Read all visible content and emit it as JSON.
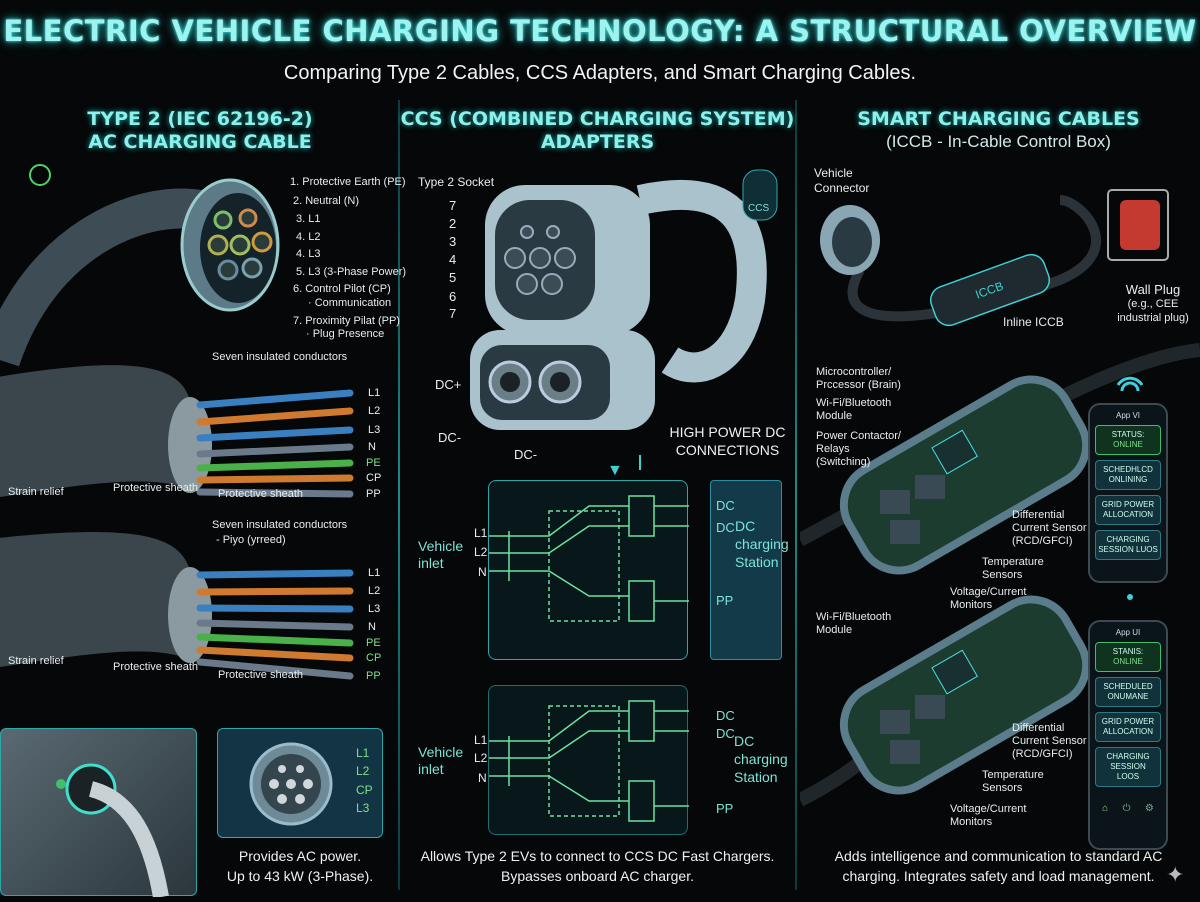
{
  "header": {
    "title": "ELECTRIC VEHICLE CHARGING TECHNOLOGY: A STRUCTURAL OVERVIEW",
    "subtitle": "Comparing Type 2 Cables, CCS Adapters, and Smart Charging Cables."
  },
  "col1": {
    "heading": [
      "TYPE 2 (IEC 62196-2)",
      "AC CHARGING CABLE"
    ],
    "pins": [
      "1. Protective Earth (PE)",
      "2. Neutral (N)",
      "3. L1",
      "4. L2",
      "4. L3",
      "5. L3 (3-Phase Power)",
      "6. Control Pilot (CP)",
      "· Communication",
      "7. Proximity Pilat (PP)",
      "· Plug Presence"
    ],
    "cable1": {
      "title": "Seven insulated conductors",
      "wires": [
        "L1",
        "L2",
        "L3",
        "N",
        "PE",
        "CP",
        "PP"
      ],
      "labels": [
        "Strain relief",
        "Protective sheath",
        "Protective sheath"
      ]
    },
    "cable2": {
      "title": "Seven insulated conductors",
      "subtitle": "- Piyo (yrreed)",
      "wires": [
        "L1",
        "L2",
        "L3",
        "N",
        "PE",
        "CP",
        "PP"
      ],
      "labels": [
        "Strain relief",
        "Protective sheath",
        "Protective sheath"
      ]
    },
    "inset_pins": [
      "L1",
      "L2",
      "CP",
      "L3"
    ],
    "caption": [
      "Provides AC power.",
      "Up to 43 kW (3-Phase)."
    ]
  },
  "col2": {
    "heading": [
      "CCS (COMBINED CHARGING SYSTEM)",
      "ADAPTERS"
    ],
    "socket_label": "Type 2 Socket",
    "pin_numbers": [
      "7",
      "2",
      "3",
      "4",
      "5",
      "6",
      "7"
    ],
    "dc_labels": [
      "DC+",
      "DC-",
      "DC-"
    ],
    "badge": "CCS",
    "dc_note": [
      "HIGH POWER DC",
      "CONNECTIONS"
    ],
    "diagram1": {
      "inlet": [
        "Vehicle",
        "inlet"
      ],
      "inputs": [
        "L1",
        "L2",
        "N"
      ],
      "outputs": [
        "DC",
        "DC",
        "PP"
      ],
      "station": [
        "DC",
        "charging",
        "Station"
      ]
    },
    "diagram2": {
      "inlet": [
        "Vehicle",
        "inlet"
      ],
      "inputs": [
        "L1",
        "L2",
        "N"
      ],
      "outputs": [
        "DC",
        "DC",
        "PP"
      ],
      "station": [
        "DC",
        "charging",
        "Station"
      ]
    },
    "caption": [
      "Allows Type 2 EVs to connect to CCS DC Fast Chargers.",
      "Bypasses onboard AC charger."
    ]
  },
  "col3": {
    "heading": "SMART CHARGING CABLES",
    "subheading": "(ICCB - In-Cable Control Box)",
    "top": {
      "vehicle_connector": [
        "Vehicle",
        "Connector"
      ],
      "box_label": "ICCB",
      "inline": "Inline ICCB",
      "wall_plug": [
        "Wall Plug",
        "(e.g., CEE",
        "industrial plug)"
      ]
    },
    "box1": {
      "labels": [
        "Microcontroller/",
        "Prccessor (Brain)",
        "Wi-Fi/Bluetooth",
        "Module",
        "Power Contactor/",
        "Relays",
        "(Switching)",
        "Differential",
        "Current Sensor",
        "(RCD/GFCI)",
        "Temperature",
        "Sensors",
        "Voltage/Current",
        "Monitors"
      ]
    },
    "phone1": {
      "title": "App VI",
      "buttons": [
        [
          "STATUS:",
          "ONLINE"
        ],
        [
          "SCHEDHLCD",
          "ONLINING"
        ],
        [
          "GRID POWER",
          "ALLOCATION"
        ],
        [
          "CHARGING",
          "SESSION LUOS"
        ]
      ]
    },
    "box2": {
      "labels": [
        "Wi-Fi/Bluetooth",
        "Module",
        "Differential",
        "Current Sensor",
        "(RCD/GFCI)",
        "Temperature",
        "Sensors",
        "Voltage/Current",
        "Monitors"
      ]
    },
    "phone2": {
      "title": "App UI",
      "buttons": [
        [
          "STANIS:",
          "ONLINE"
        ],
        [
          "SCHEDULED",
          "ONUMANE"
        ],
        [
          "GRID POWER",
          "ALLOCATION"
        ],
        [
          "CHARGING",
          "SESSION LOOS"
        ]
      ]
    },
    "caption": [
      "Adds intelligence and communication to standard AC",
      "charging. Integrates safety and load management."
    ]
  },
  "colors": {
    "accent": "#7fe3d6",
    "green": "#7ee08a",
    "background": "#050708"
  }
}
